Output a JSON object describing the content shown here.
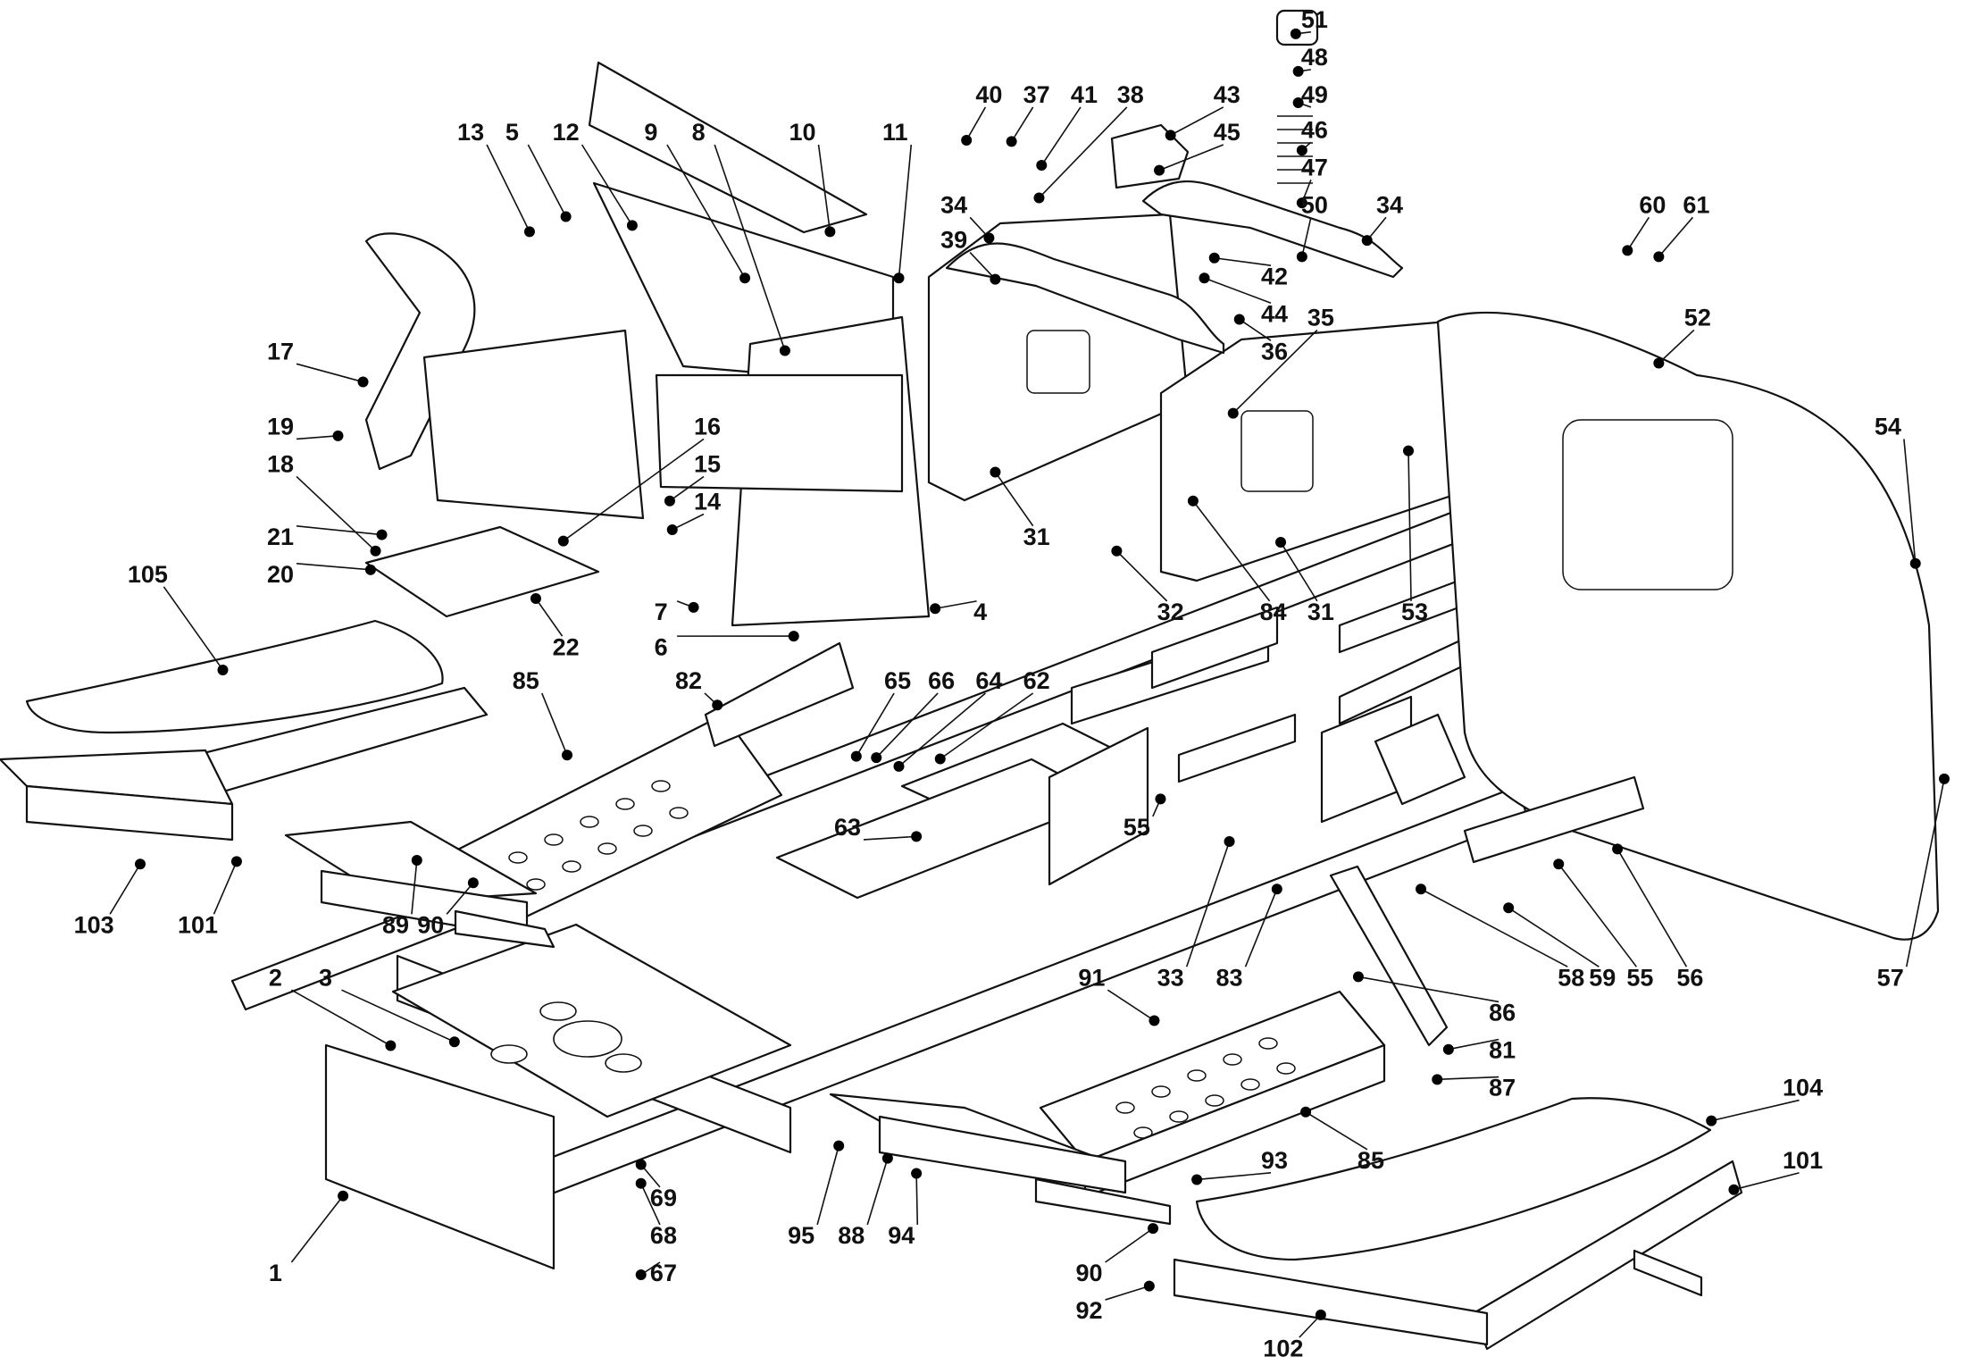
{
  "diagram": {
    "title": "Chassis exploded parts diagram",
    "colors": {
      "line": "#111111",
      "background": "#ffffff"
    },
    "callouts": [
      {
        "id": "c51",
        "label": "51"
      },
      {
        "id": "c48",
        "label": "48"
      },
      {
        "id": "c49",
        "label": "49"
      },
      {
        "id": "c46",
        "label": "46"
      },
      {
        "id": "c47",
        "label": "47"
      },
      {
        "id": "c50",
        "label": "50"
      },
      {
        "id": "c34a",
        "label": "34"
      },
      {
        "id": "c34b",
        "label": "34"
      },
      {
        "id": "c40",
        "label": "40"
      },
      {
        "id": "c37",
        "label": "37"
      },
      {
        "id": "c41",
        "label": "41"
      },
      {
        "id": "c38",
        "label": "38"
      },
      {
        "id": "c43",
        "label": "43"
      },
      {
        "id": "c45",
        "label": "45"
      },
      {
        "id": "c39",
        "label": "39"
      },
      {
        "id": "c42",
        "label": "42"
      },
      {
        "id": "c44",
        "label": "44"
      },
      {
        "id": "c36",
        "label": "36"
      },
      {
        "id": "c35",
        "label": "35"
      },
      {
        "id": "c13",
        "label": "13"
      },
      {
        "id": "c5",
        "label": "5"
      },
      {
        "id": "c12",
        "label": "12"
      },
      {
        "id": "c9",
        "label": "9"
      },
      {
        "id": "c8",
        "label": "8"
      },
      {
        "id": "c10",
        "label": "10"
      },
      {
        "id": "c11",
        "label": "11"
      },
      {
        "id": "c60",
        "label": "60"
      },
      {
        "id": "c61",
        "label": "61"
      },
      {
        "id": "c52",
        "label": "52"
      },
      {
        "id": "c17",
        "label": "17"
      },
      {
        "id": "c19",
        "label": "19"
      },
      {
        "id": "c18",
        "label": "18"
      },
      {
        "id": "c16",
        "label": "16"
      },
      {
        "id": "c15",
        "label": "15"
      },
      {
        "id": "c14",
        "label": "14"
      },
      {
        "id": "c54",
        "label": "54"
      },
      {
        "id": "c21",
        "label": "21"
      },
      {
        "id": "c20",
        "label": "20"
      },
      {
        "id": "c22",
        "label": "22"
      },
      {
        "id": "c105",
        "label": "105"
      },
      {
        "id": "c7",
        "label": "7"
      },
      {
        "id": "c6",
        "label": "6"
      },
      {
        "id": "c4",
        "label": "4"
      },
      {
        "id": "c31a",
        "label": "31"
      },
      {
        "id": "c32",
        "label": "32"
      },
      {
        "id": "c84",
        "label": "84"
      },
      {
        "id": "c31b",
        "label": "31"
      },
      {
        "id": "c53",
        "label": "53"
      },
      {
        "id": "c82",
        "label": "82"
      },
      {
        "id": "c85a",
        "label": "85"
      },
      {
        "id": "c65",
        "label": "65"
      },
      {
        "id": "c66",
        "label": "66"
      },
      {
        "id": "c64",
        "label": "64"
      },
      {
        "id": "c62",
        "label": "62"
      },
      {
        "id": "c63",
        "label": "63"
      },
      {
        "id": "c55a",
        "label": "55"
      },
      {
        "id": "c103",
        "label": "103"
      },
      {
        "id": "c101a",
        "label": "101"
      },
      {
        "id": "c89",
        "label": "89"
      },
      {
        "id": "c90a",
        "label": "90"
      },
      {
        "id": "c33",
        "label": "33"
      },
      {
        "id": "c83",
        "label": "83"
      },
      {
        "id": "c58",
        "label": "58"
      },
      {
        "id": "c59",
        "label": "59"
      },
      {
        "id": "c55b",
        "label": "55"
      },
      {
        "id": "c56",
        "label": "56"
      },
      {
        "id": "c57",
        "label": "57"
      },
      {
        "id": "c2",
        "label": "2"
      },
      {
        "id": "c3",
        "label": "3"
      },
      {
        "id": "c91",
        "label": "91"
      },
      {
        "id": "c86",
        "label": "86"
      },
      {
        "id": "c81",
        "label": "81"
      },
      {
        "id": "c87",
        "label": "87"
      },
      {
        "id": "c104",
        "label": "104"
      },
      {
        "id": "c69",
        "label": "69"
      },
      {
        "id": "c68",
        "label": "68"
      },
      {
        "id": "c67",
        "label": "67"
      },
      {
        "id": "c93",
        "label": "93"
      },
      {
        "id": "c85b",
        "label": "85"
      },
      {
        "id": "c101b",
        "label": "101"
      },
      {
        "id": "c1",
        "label": "1"
      },
      {
        "id": "c95",
        "label": "95"
      },
      {
        "id": "c88",
        "label": "88"
      },
      {
        "id": "c94",
        "label": "94"
      },
      {
        "id": "c90b",
        "label": "90"
      },
      {
        "id": "c92",
        "label": "92"
      },
      {
        "id": "c102",
        "label": "102"
      }
    ]
  }
}
